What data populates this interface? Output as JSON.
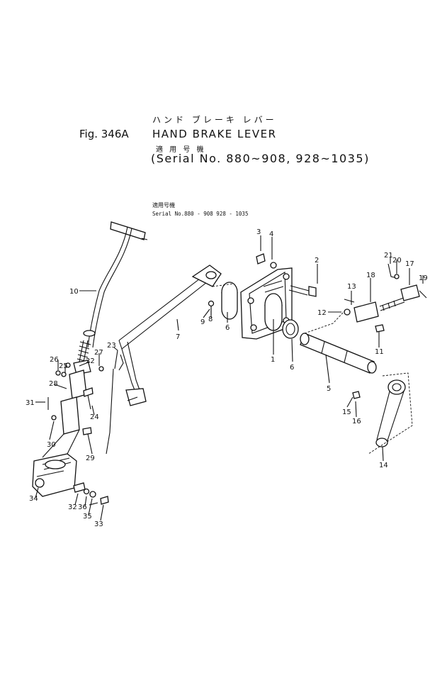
{
  "header": {
    "figure_number": "Fig. 346A",
    "title_jp": "ハンド ブレーキ レバー",
    "title_en": "HAND BRAKE LEVER",
    "serial_jp": "適 用 号 機",
    "serial_range": "(Serial No. 880~908, 928~1035)"
  },
  "diagram": {
    "subheader_jp": "適用号機",
    "subheader_serial": "Serial No.880 - 908 928 - 1035",
    "callouts": [
      "1",
      "2",
      "3",
      "4",
      "5",
      "6",
      "6",
      "7",
      "8",
      "9",
      "10",
      "11",
      "12",
      "13",
      "14",
      "15",
      "16",
      "17",
      "18",
      "19",
      "20",
      "21",
      "22",
      "23",
      "24",
      "25",
      "26",
      "27",
      "28",
      "29",
      "30",
      "31",
      "32",
      "33",
      "34",
      "35",
      "36"
    ]
  }
}
